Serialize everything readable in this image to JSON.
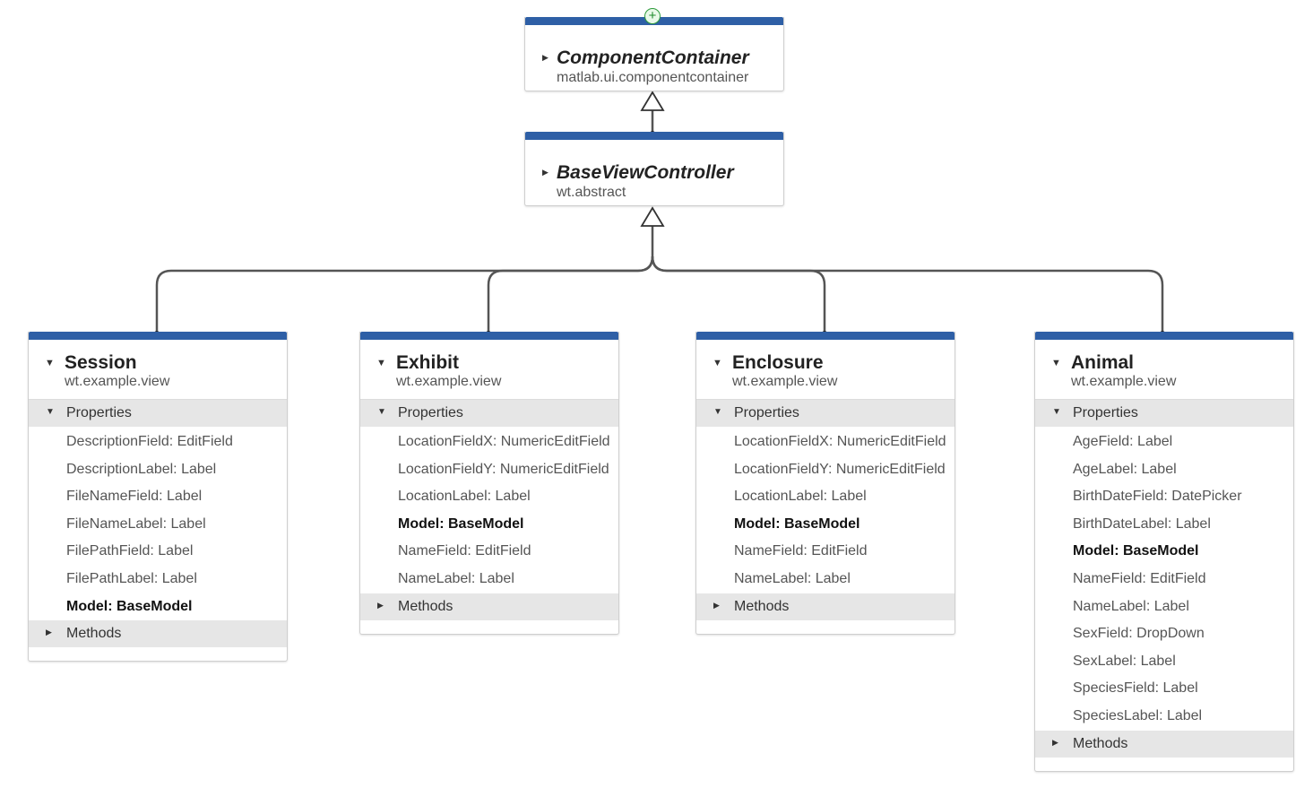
{
  "colors": {
    "band": "#2e5fa6",
    "connector": "#555555",
    "section_bg": "#e6e6e6"
  },
  "add_icon": {
    "icon": "plus-circle-icon",
    "glyph": "+"
  },
  "icons": {
    "collapse": "caret-down-icon",
    "expand": "caret-right-icon"
  },
  "superclasses": [
    {
      "name": "ComponentContainer",
      "package": "matlab.ui.componentcontainer",
      "abstract": true,
      "collapsed": true
    },
    {
      "name": "BaseViewController",
      "package": "wt.abstract",
      "abstract": true,
      "collapsed": true
    }
  ],
  "classes": [
    {
      "name": "Session",
      "package": "wt.example.view",
      "properties_label": "Properties",
      "methods_label": "Methods",
      "properties": [
        {
          "text": "DescriptionField: EditField",
          "bold": false
        },
        {
          "text": "DescriptionLabel: Label",
          "bold": false
        },
        {
          "text": "FileNameField: Label",
          "bold": false
        },
        {
          "text": "FileNameLabel: Label",
          "bold": false
        },
        {
          "text": "FilePathField: Label",
          "bold": false
        },
        {
          "text": "FilePathLabel: Label",
          "bold": false
        },
        {
          "text": "Model: BaseModel",
          "bold": true
        }
      ]
    },
    {
      "name": "Exhibit",
      "package": "wt.example.view",
      "properties_label": "Properties",
      "methods_label": "Methods",
      "properties": [
        {
          "text": "LocationFieldX: NumericEditField",
          "bold": false
        },
        {
          "text": "LocationFieldY: NumericEditField",
          "bold": false
        },
        {
          "text": "LocationLabel: Label",
          "bold": false
        },
        {
          "text": "Model: BaseModel",
          "bold": true
        },
        {
          "text": "NameField: EditField",
          "bold": false
        },
        {
          "text": "NameLabel: Label",
          "bold": false
        }
      ]
    },
    {
      "name": "Enclosure",
      "package": "wt.example.view",
      "properties_label": "Properties",
      "methods_label": "Methods",
      "properties": [
        {
          "text": "LocationFieldX: NumericEditField",
          "bold": false
        },
        {
          "text": "LocationFieldY: NumericEditField",
          "bold": false
        },
        {
          "text": "LocationLabel: Label",
          "bold": false
        },
        {
          "text": "Model: BaseModel",
          "bold": true
        },
        {
          "text": "NameField: EditField",
          "bold": false
        },
        {
          "text": "NameLabel: Label",
          "bold": false
        }
      ]
    },
    {
      "name": "Animal",
      "package": "wt.example.view",
      "properties_label": "Properties",
      "methods_label": "Methods",
      "properties": [
        {
          "text": "AgeField: Label",
          "bold": false
        },
        {
          "text": "AgeLabel: Label",
          "bold": false
        },
        {
          "text": "BirthDateField: DatePicker",
          "bold": false
        },
        {
          "text": "BirthDateLabel: Label",
          "bold": false
        },
        {
          "text": "Model: BaseModel",
          "bold": true
        },
        {
          "text": "NameField: EditField",
          "bold": false
        },
        {
          "text": "NameLabel: Label",
          "bold": false
        },
        {
          "text": "SexField: DropDown",
          "bold": false
        },
        {
          "text": "SexLabel: Label",
          "bold": false
        },
        {
          "text": "SpeciesField: Label",
          "bold": false
        },
        {
          "text": "SpeciesLabel: Label",
          "bold": false
        }
      ]
    }
  ]
}
